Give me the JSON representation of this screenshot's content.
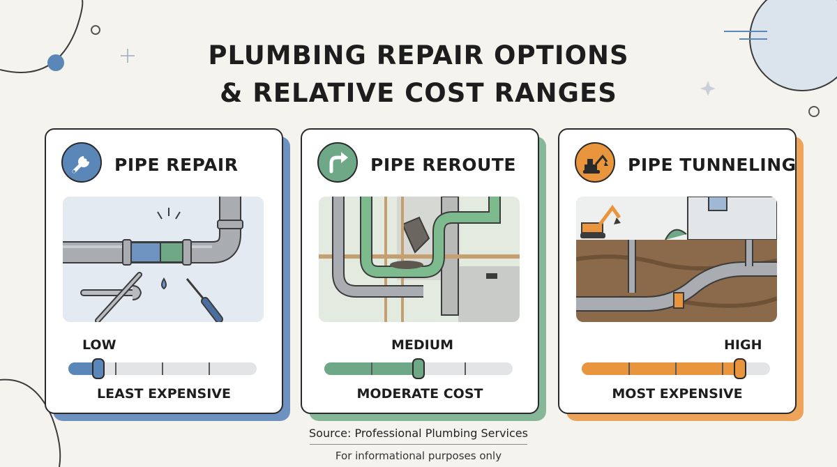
{
  "title": {
    "line1": "PLUMBING REPAIR OPTIONS",
    "line2": "& RELATIVE COST RANGES"
  },
  "cards": [
    {
      "title": "PIPE REPAIR",
      "icon": "wrench-icon",
      "accent": "#5b86b8",
      "level_label": "LOW",
      "level_fraction": 0.16,
      "caption": "LEAST EXPENSIVE"
    },
    {
      "title": "PIPE REROUTE",
      "icon": "reroute-arrow-icon",
      "accent": "#6fa886",
      "level_label": "MEDIUM",
      "level_fraction": 0.5,
      "caption": "MODERATE COST"
    },
    {
      "title": "PIPE TUNNELING",
      "icon": "excavator-icon",
      "accent": "#e8953d",
      "level_label": "HIGH",
      "level_fraction": 0.84,
      "caption": "MOST EXPENSIVE"
    }
  ],
  "footer": {
    "source": "Source: Professional Plumbing Services",
    "note": "For informational purposes only"
  }
}
